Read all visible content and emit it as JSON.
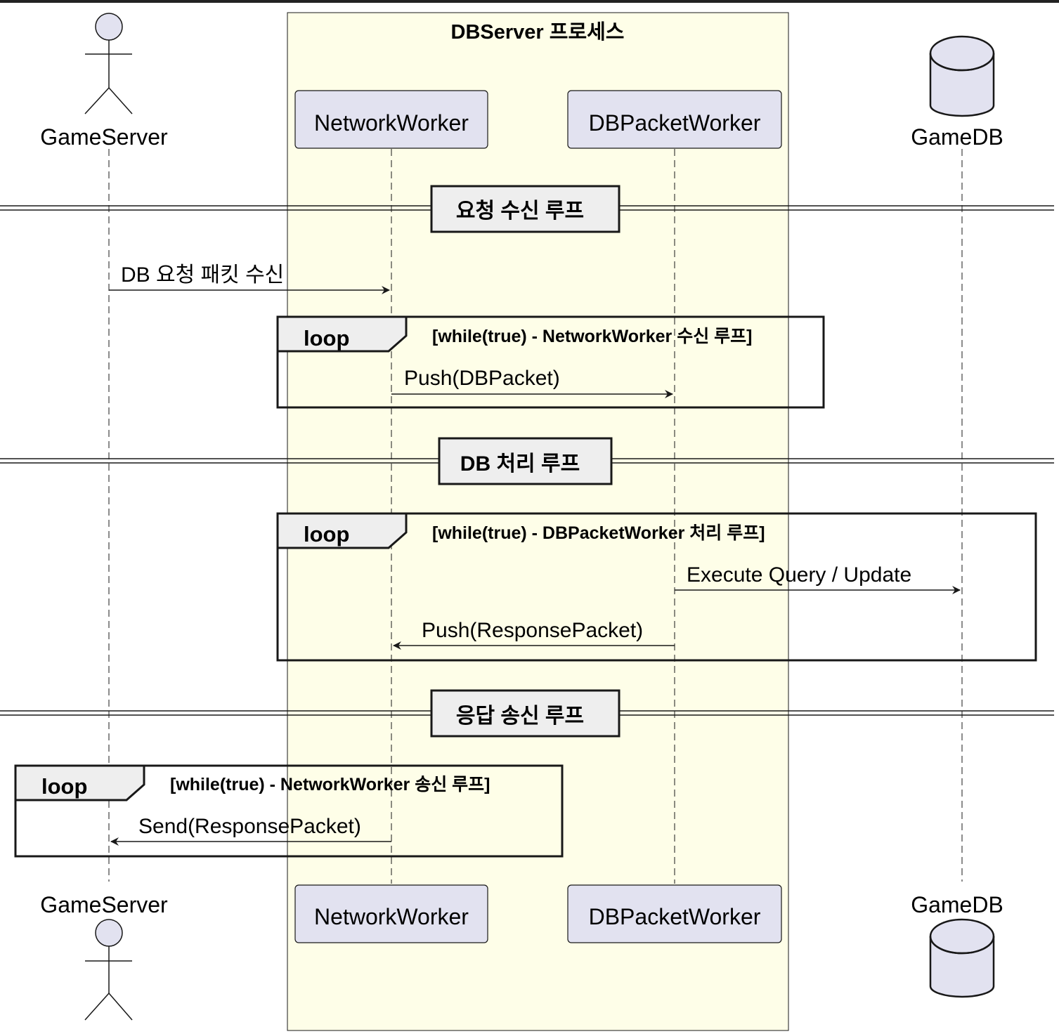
{
  "group": {
    "title": "DBServer 프로세스"
  },
  "participants": {
    "game_server": "GameServer",
    "network_worker": "NetworkWorker",
    "db_packet_worker": "DBPacketWorker",
    "game_db": "GameDB"
  },
  "dividers": {
    "receive_loop": "요청 수신 루프",
    "db_loop": "DB 처리 루프",
    "send_loop": "응답 송신 루프"
  },
  "messages": {
    "db_request": "DB 요청 패킷 수신",
    "push_db_packet": "Push(DBPacket)",
    "execute_query": "Execute Query / Update",
    "push_response": "Push(ResponsePacket)",
    "send_response": "Send(ResponsePacket)"
  },
  "loops": {
    "receive": {
      "keyword": "loop",
      "condition": "[while(true) - NetworkWorker 수신 루프]"
    },
    "process": {
      "keyword": "loop",
      "condition": "[while(true) - DBPacketWorker 처리 루프]"
    },
    "send": {
      "keyword": "loop",
      "condition": "[while(true) - NetworkWorker 송신 루프]"
    }
  },
  "colors": {
    "participant_fill": "#e2e2f0",
    "group_fill": "#fefee8",
    "divider_fill": "#eeeeee",
    "line": "#181818"
  }
}
